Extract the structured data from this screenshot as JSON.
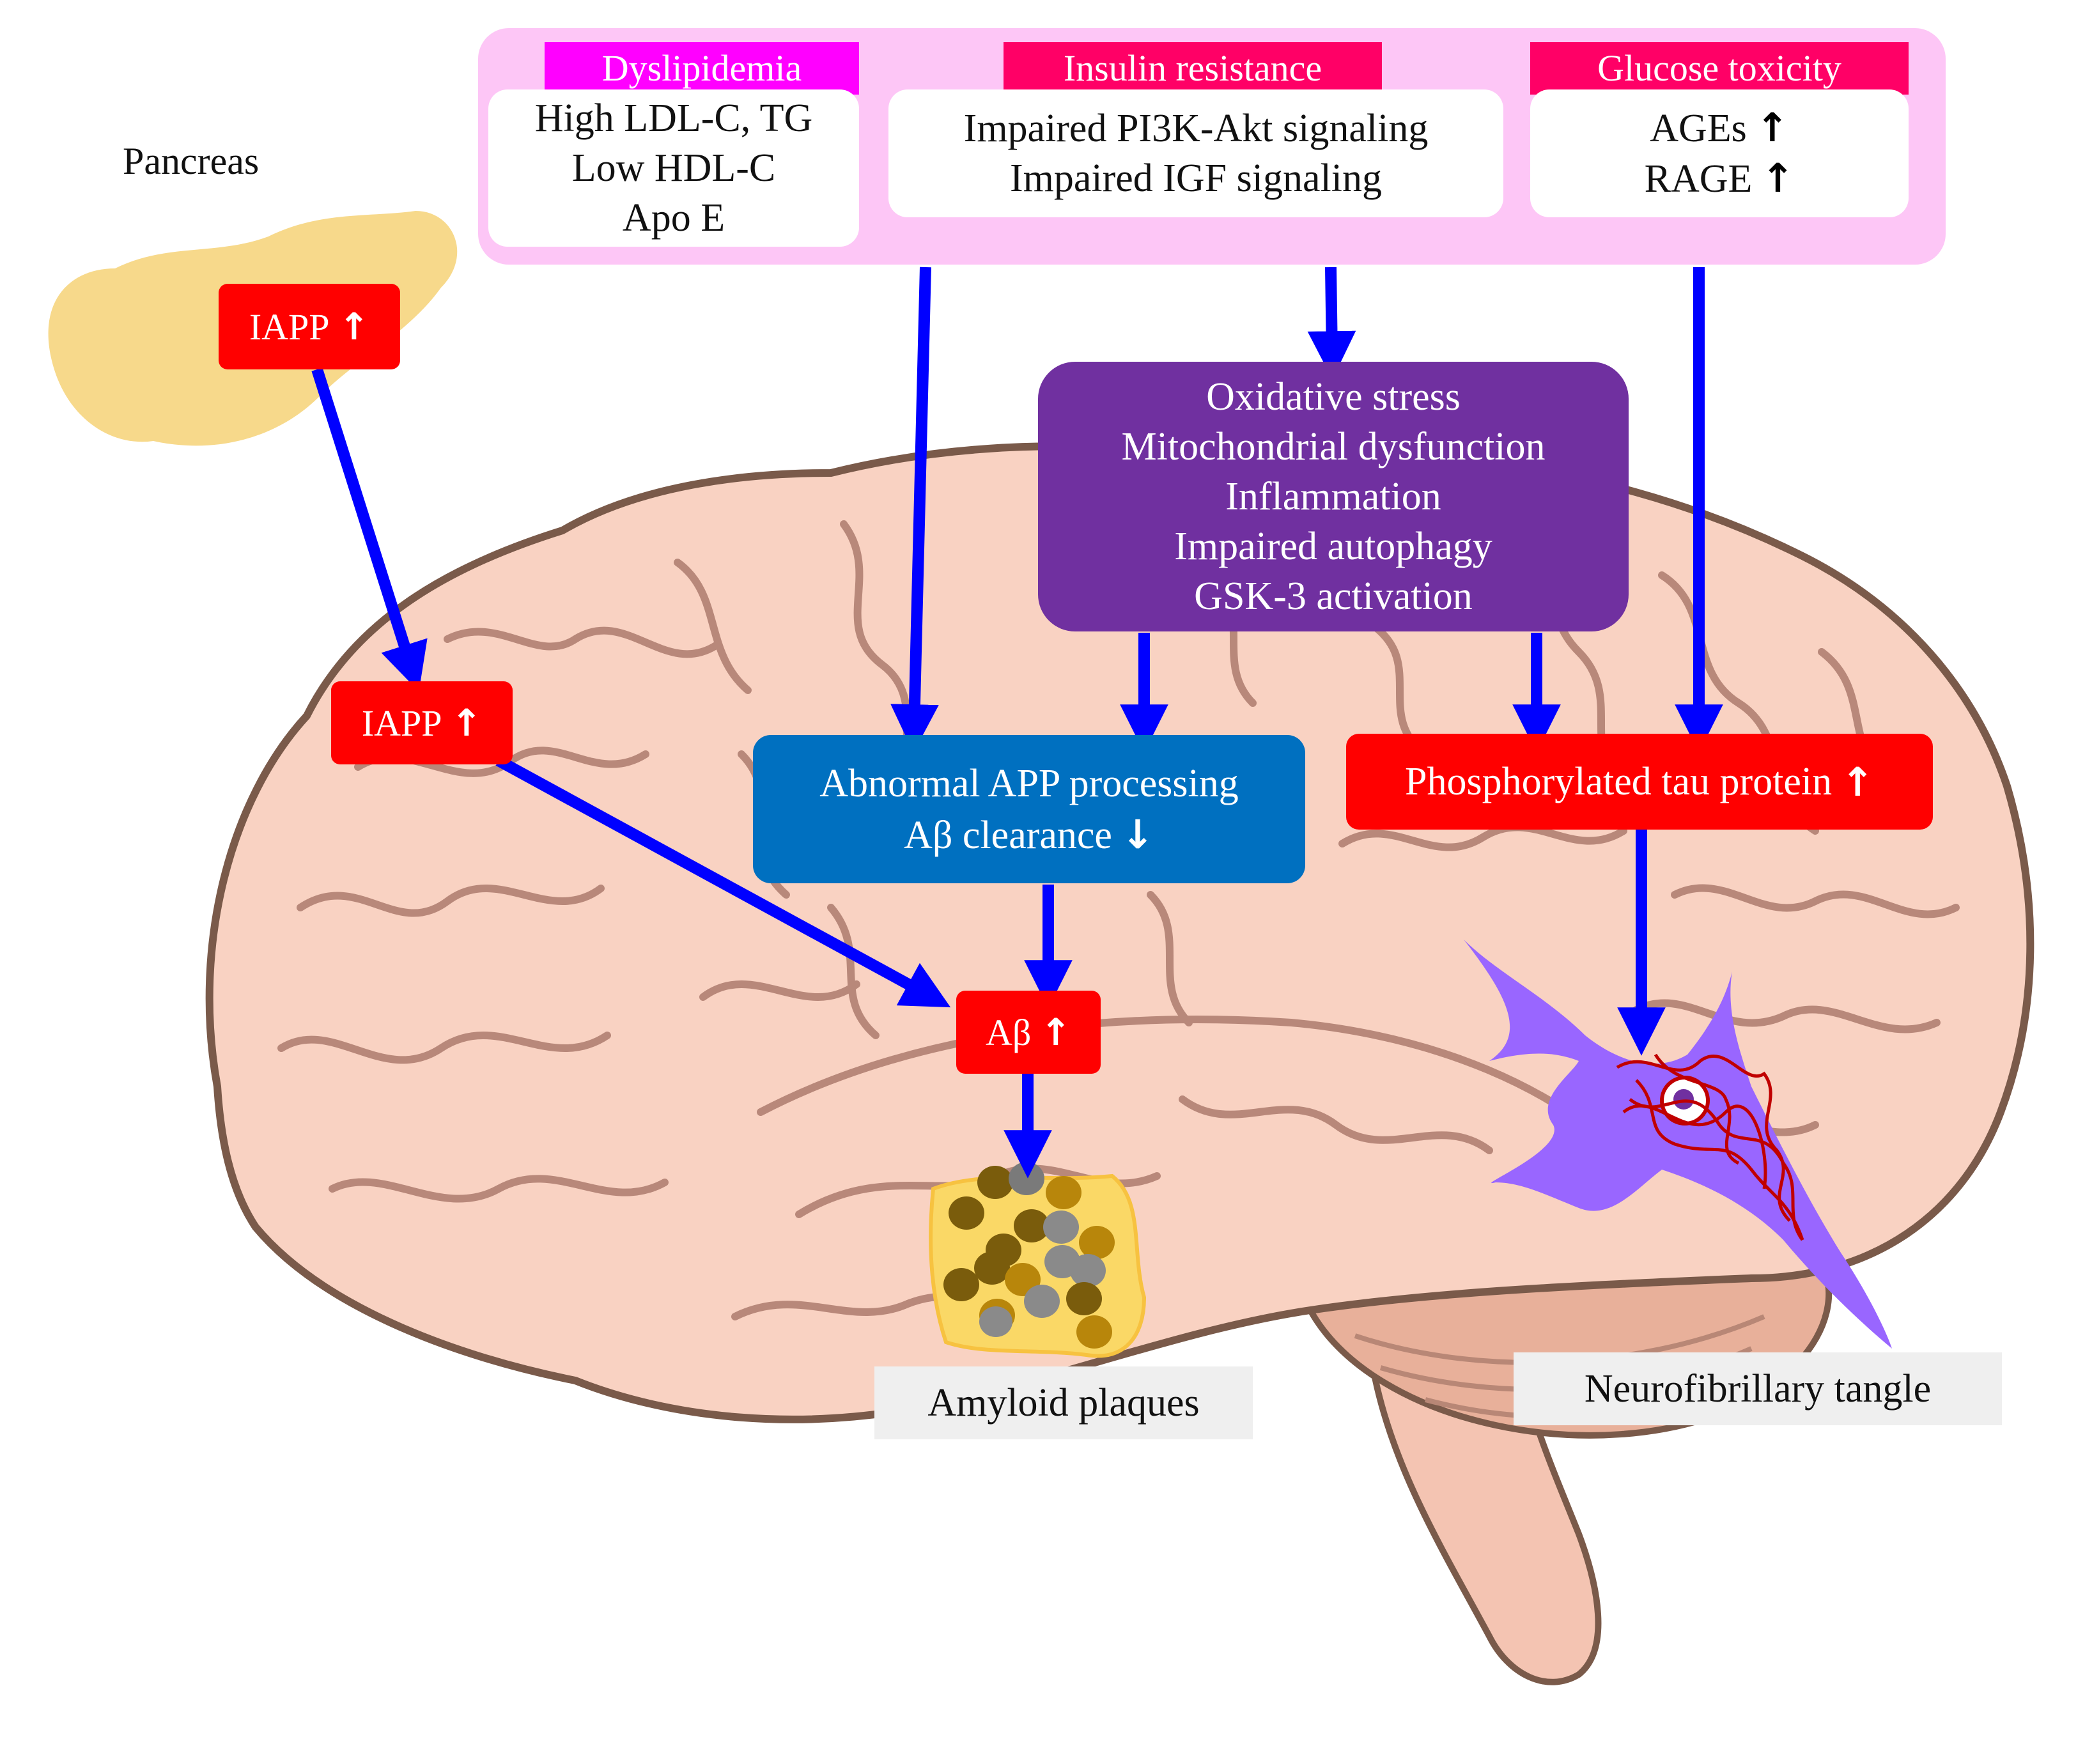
{
  "pancreas_label": "Pancreas",
  "categories": {
    "dyslipidemia": {
      "tag": "Dyslipidemia",
      "lines": [
        "High LDL-C, TG",
        "Low HDL-C",
        "Apo E"
      ]
    },
    "insulin_resistance": {
      "tag": "Insulin resistance",
      "lines": [
        "Impaired PI3K-Akt signaling",
        "Impaired IGF signaling"
      ]
    },
    "glucose_toxicity": {
      "tag": "Glucose toxicity",
      "lines": [
        "AGEs",
        "RAGE"
      ]
    }
  },
  "mechanisms": [
    "Oxidative stress",
    "Mitochondrial dysfunction",
    "Inflammation",
    "Impaired autophagy",
    "GSK-3 activation"
  ],
  "iapp_pancreas": "IAPP",
  "iapp_brain": "IAPP",
  "app_box": {
    "line1": "Abnormal APP processing",
    "line2": "Aβ clearance"
  },
  "tau_box": "Phosphorylated tau protein",
  "abeta_box": "Aβ",
  "amyloid_label": "Amyloid plaques",
  "tangle_label": "Neurofibrillary tangle",
  "colors": {
    "arrow": "#0000ff",
    "red_box": "#ff0000",
    "purple_box": "#7030a0",
    "blue_box": "#0070c0",
    "pink_panel": "#fdc6f6",
    "dyslipidemia_tag": "#ff00ff",
    "insulin_tag": "#ff0066",
    "glucose_tag": "#ff0066"
  }
}
